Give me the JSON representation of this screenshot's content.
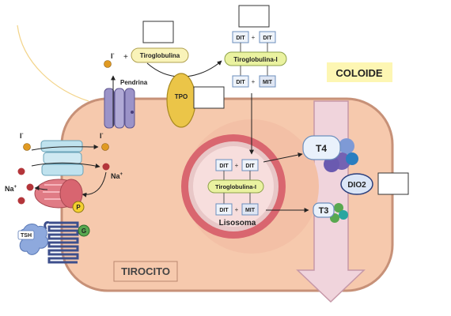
{
  "labels": {
    "coloide": "COLOIDE",
    "tirocito": "TIROCITO",
    "pendrina": "Pendrina",
    "tpo": "TPO",
    "tsh": "TSH",
    "lisosoma": "Lisosoma",
    "t4": "T4",
    "t3": "T3",
    "dio2": "DIO2",
    "iodide": "I",
    "iodide_charge": "-",
    "sodium": "Na",
    "sodium_charge": "+",
    "plus": "+",
    "p": "P",
    "g": "G"
  },
  "tiroglobulina": {
    "plain": "Tiroglobulina",
    "iodinated": "Tiroglobulina-I"
  },
  "residues": {
    "dit": "DIT",
    "mit": "MIT"
  },
  "colors": {
    "cell_fill": "#f6c9ad",
    "cell_border": "#c79178",
    "lysosome_ring": "#d9666f",
    "lysosome_inner": "#f7d8d8",
    "arrow_fill": "#f0d4dc",
    "arrow_border": "#c698a8",
    "coloide_bg": "#fdf6b3",
    "tg_fill": "#f9f3b9",
    "tg_iod_fill": "#eaf2a0",
    "iodide_dot": "#e09a22",
    "sodium_dot": "#b3353a",
    "tpo_fill": "#ebc548",
    "pendrina_fill": "#9b93c8",
    "t4_fill": "#e9f1fb",
    "dio2_fill": "#dbe6f7"
  }
}
